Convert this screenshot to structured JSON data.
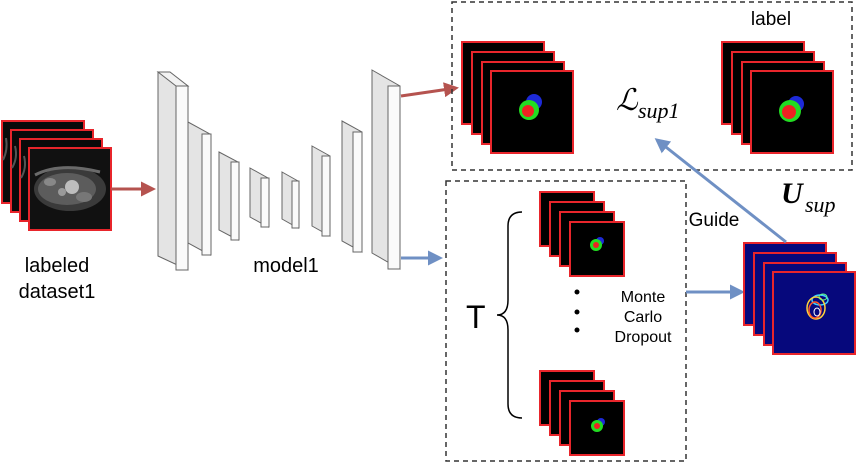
{
  "input_label_line1": "labeled",
  "input_label_line2": "dataset1",
  "model_label": "model1",
  "pred_box_label": "label",
  "loss_symbol": "ℒ",
  "loss_subscript": "sup1",
  "unc_symbol": "U",
  "unc_subscript": "sup",
  "guide_label": "Guide",
  "t_label": "T",
  "mc_line1": "Monte",
  "mc_line2": "Carlo",
  "mc_line3": "Dropout",
  "colors": {
    "arrow_red": "#b5534f",
    "arrow_blue": "#6f90c4",
    "frame_red": "#e8252b",
    "mask_green": "#22dd22",
    "mask_red": "#ee2222",
    "mask_blue": "#1d2ad8",
    "uncertainty_bg": "#06087c",
    "layer_fill": "#e6e6e6"
  }
}
